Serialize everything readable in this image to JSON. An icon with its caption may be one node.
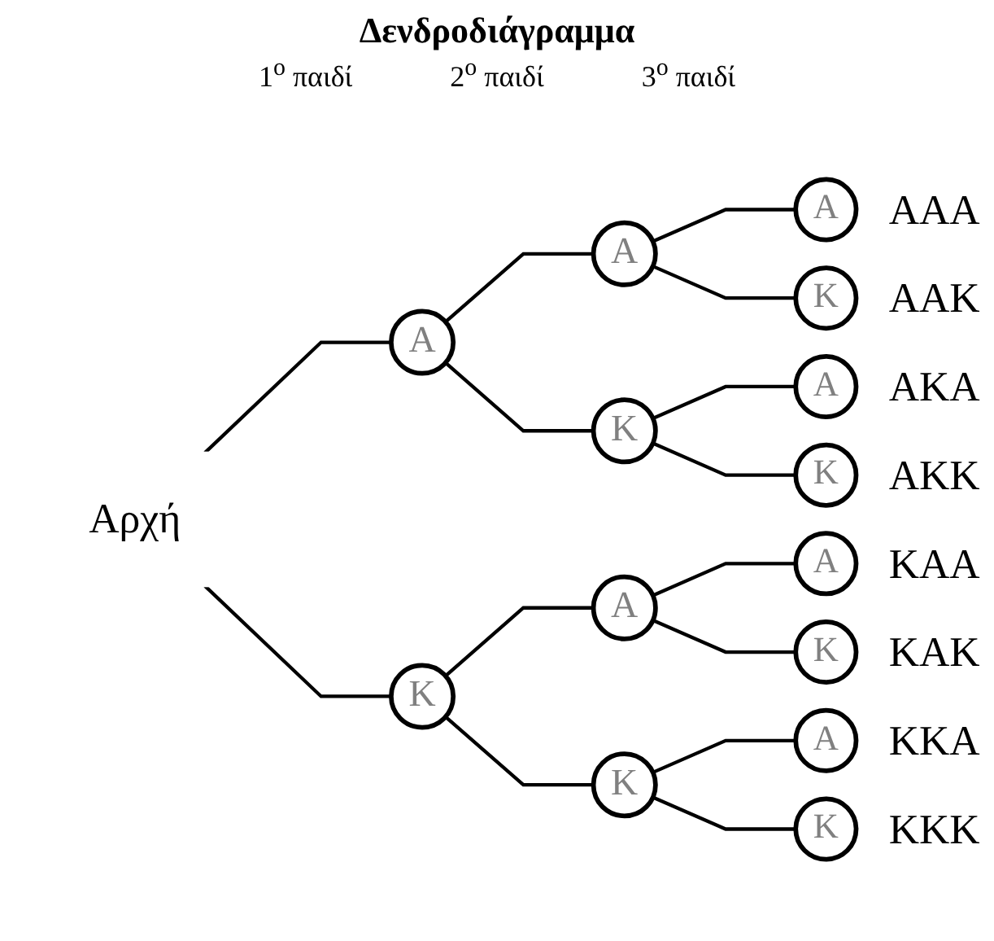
{
  "diagram": {
    "title": "Δενδροδιάγραμμα",
    "nodes": [
      {
        "text": [
          "Αρχή"
        ]
      },
      {
        "text": [
          "Α"
        ]
      },
      {
        "text": [
          "Κ"
        ]
      },
      {
        "text": [
          "Α"
        ]
      },
      {
        "text": [
          "Κ"
        ]
      },
      {
        "text": [
          "Α"
        ]
      },
      {
        "text": [
          "Κ"
        ]
      },
      {
        "text": [
          "Α"
        ],
        "beside": [
          "ΑΑΑ"
        ]
      },
      {
        "text": [
          "Κ"
        ],
        "beside": [
          "ΑΑΚ"
        ]
      },
      {
        "text": [
          "Α"
        ],
        "beside": [
          "ΑΚΑ"
        ]
      },
      {
        "text": [
          "Κ"
        ],
        "beside": [
          "ΑΚΚ"
        ]
      },
      {
        "text": [
          "Α"
        ],
        "beside": [
          "ΚΑΑ"
        ]
      },
      {
        "text": [
          "Κ"
        ],
        "beside": [
          "ΚΑΚ"
        ]
      },
      {
        "text": [
          "Α"
        ],
        "beside": [
          "ΚΚΑ"
        ]
      },
      {
        "text": [
          "Κ"
        ],
        "beside": [
          "ΚΚΚ"
        ]
      }
    ],
    "edges": [
      {
        "from": 0,
        "to": 1,
        "arrow": "none"
      },
      {
        "from": 0,
        "to": 2,
        "arrow": "none"
      },
      {
        "from": 1,
        "to": 3,
        "arrow": "none"
      },
      {
        "from": 1,
        "to": 4,
        "arrow": "none"
      },
      {
        "from": 2,
        "to": 5,
        "arrow": "none"
      },
      {
        "from": 2,
        "to": 6,
        "arrow": "none"
      },
      {
        "from": 3,
        "to": 7,
        "arrow": "none"
      },
      {
        "from": 3,
        "to": 8,
        "arrow": "none"
      },
      {
        "from": 4,
        "to": 9,
        "arrow": "none"
      },
      {
        "from": 4,
        "to": 10,
        "arrow": "none"
      },
      {
        "from": 5,
        "to": 11,
        "arrow": "none"
      },
      {
        "from": 5,
        "to": 12,
        "arrow": "none"
      },
      {
        "from": 6,
        "to": 13,
        "arrow": "none"
      },
      {
        "from": 6,
        "to": 14,
        "arrow": "none"
      }
    ],
    "labels": [
      "3$^{ο}$ παιδί",
      "2$^{ο}$ παιδί",
      "1$^{ο}$ παιδί"
    ]
  }
}
